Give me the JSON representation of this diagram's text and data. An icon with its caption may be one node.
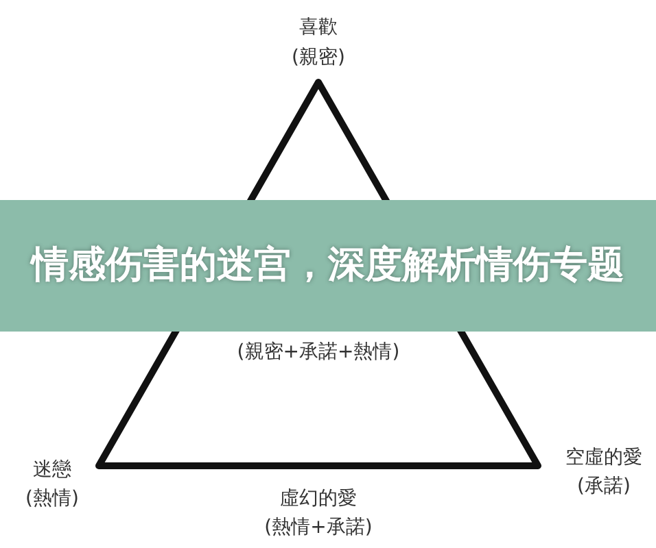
{
  "diagram": {
    "title": "情感伤害的迷宫，深度解析情伤专题",
    "labels": [
      "喜歡",
      "(親密)",
      "(親密+承諾+熱情)",
      "迷戀",
      "(熱情)",
      "空虛的愛",
      "(承諾)",
      "虛幻的愛",
      "(熱情+承諾)"
    ]
  }
}
